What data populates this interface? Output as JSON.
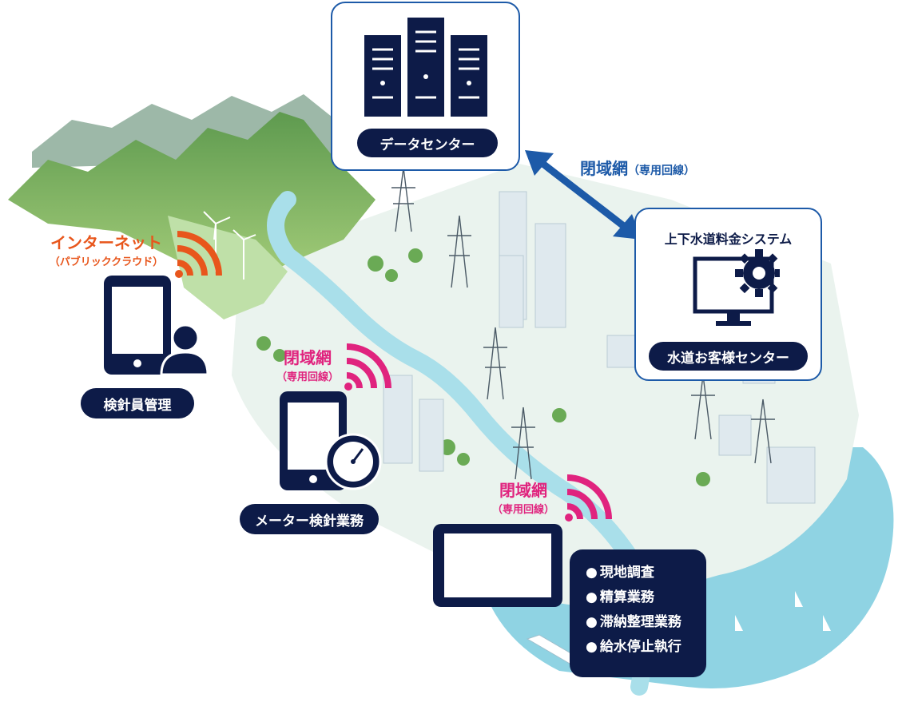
{
  "colors": {
    "navy": "#0d1b48",
    "internet": "#e8561c",
    "closed": "#e0237e",
    "link": "#1d5aa8",
    "water": "#8fd3e3",
    "land": "#eaf3ee"
  },
  "data_center": {
    "label": "データセンター",
    "icon": "server-rack-icon"
  },
  "closed_link": {
    "main": "閉域網",
    "sub": "専用回線"
  },
  "billing_system": {
    "title": "上下水道料金システム",
    "label": "水道お客様センター",
    "icon": "monitor-gear-icon"
  },
  "inspector_mgmt": {
    "network_main": "インターネット",
    "network_sub": "（パブリッククラウド）",
    "label": "検針員管理",
    "icon": "tablet-user-icon"
  },
  "meter_reading": {
    "network_main": "閉域網",
    "network_sub": "（専用回線）",
    "label": "メーター検針業務",
    "icon": "phone-gauge-icon"
  },
  "field_tablet": {
    "network_main": "閉域網",
    "network_sub": "（専用回線）",
    "icon": "tablet-icon",
    "tasks": [
      "現地調査",
      "精算業務",
      "滞納整理業務",
      "給水停止執行"
    ]
  }
}
